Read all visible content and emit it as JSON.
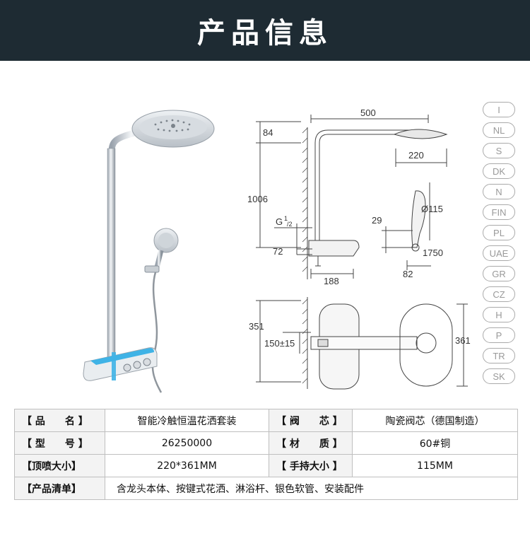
{
  "header": {
    "title": "产品信息"
  },
  "drawing": {
    "dims": {
      "d500": "500",
      "d84": "84",
      "d220": "220",
      "d1006": "1006",
      "g_main": "G",
      "g_sup": "1",
      "g_sub": "/2",
      "d115": "Ø115",
      "d29": "29",
      "d72": "72",
      "d1750": "1750",
      "d188": "188",
      "d82": "82",
      "d351": "351",
      "d150": "150±15",
      "d361": "361"
    }
  },
  "countries": [
    "I",
    "NL",
    "S",
    "DK",
    "N",
    "FIN",
    "PL",
    "UAE",
    "GR",
    "CZ",
    "H",
    "P",
    "TR",
    "SK"
  ],
  "specs": {
    "row1": {
      "label1": "【 品　　名 】",
      "value1": "智能冷触恒温花洒套装",
      "label2": "【 阀　　芯 】",
      "value2": "陶瓷阀芯（德国制造）"
    },
    "row2": {
      "label1": "【 型　　号 】",
      "value1": "26250000",
      "label2": "【 材　　质 】",
      "value2": "60#铜"
    },
    "row3": {
      "label1": "【顶喷大小】",
      "value1": "220*361MM",
      "label2": "【 手持大小 】",
      "value2": "115MM"
    },
    "row4": {
      "label1": "【产品清单】",
      "value1": "含龙头本体、按键式花洒、淋浴杆、银色软管、安装配件"
    }
  }
}
